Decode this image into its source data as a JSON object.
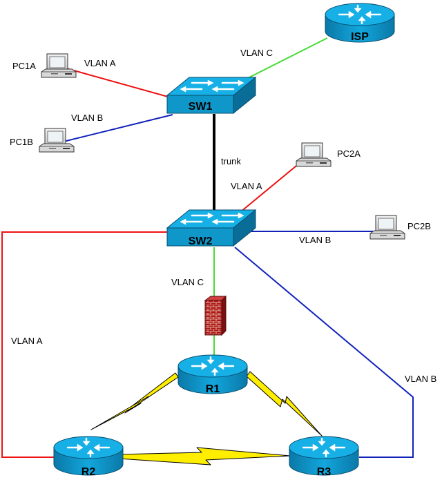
{
  "colors": {
    "vlan_a": "#ee1111",
    "vlan_b": "#1122bb",
    "vlan_c": "#44dd33",
    "trunk": "#000000",
    "serial": "#ffee00",
    "device_blue": "#11a0d8",
    "device_dark": "#0a6d97"
  },
  "devices": {
    "isp": "ISP",
    "sw1": "SW1",
    "sw2": "SW2",
    "r1": "R1",
    "r2": "R2",
    "r3": "R3",
    "pc1a": "PC1A",
    "pc1b": "PC1B",
    "pc2a": "PC2A",
    "pc2b": "PC2B"
  },
  "links": {
    "pc1a_sw1": "VLAN A",
    "pc1b_sw1": "VLAN B",
    "isp_sw1": "VLAN C",
    "sw1_sw2": "trunk",
    "pc2a_sw2": "VLAN A",
    "pc2b_sw2": "VLAN B",
    "sw2_firewall": "VLAN C",
    "sw2_r2": "VLAN A",
    "sw2_r3": "VLAN B"
  },
  "icons": [
    "router-icon",
    "switch-icon",
    "pc-icon",
    "firewall-icon",
    "serial-link-icon"
  ]
}
